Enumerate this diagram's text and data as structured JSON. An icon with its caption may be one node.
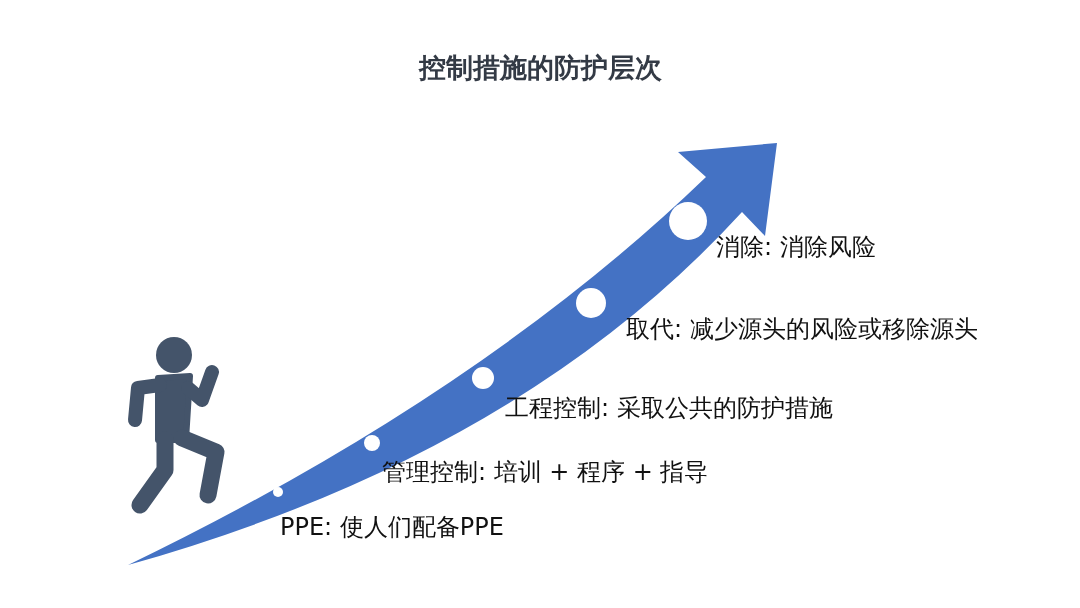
{
  "diagram": {
    "title": "控制措施的防护层次",
    "labels": [
      "消除: 消除风险",
      "取代: 减少源头的风险或移除源头",
      "工程控制: 采取公共的防护措施",
      "管理控制: 培训 + 程序 + 指导",
      "PPE: 使人们配备PPE"
    ]
  }
}
